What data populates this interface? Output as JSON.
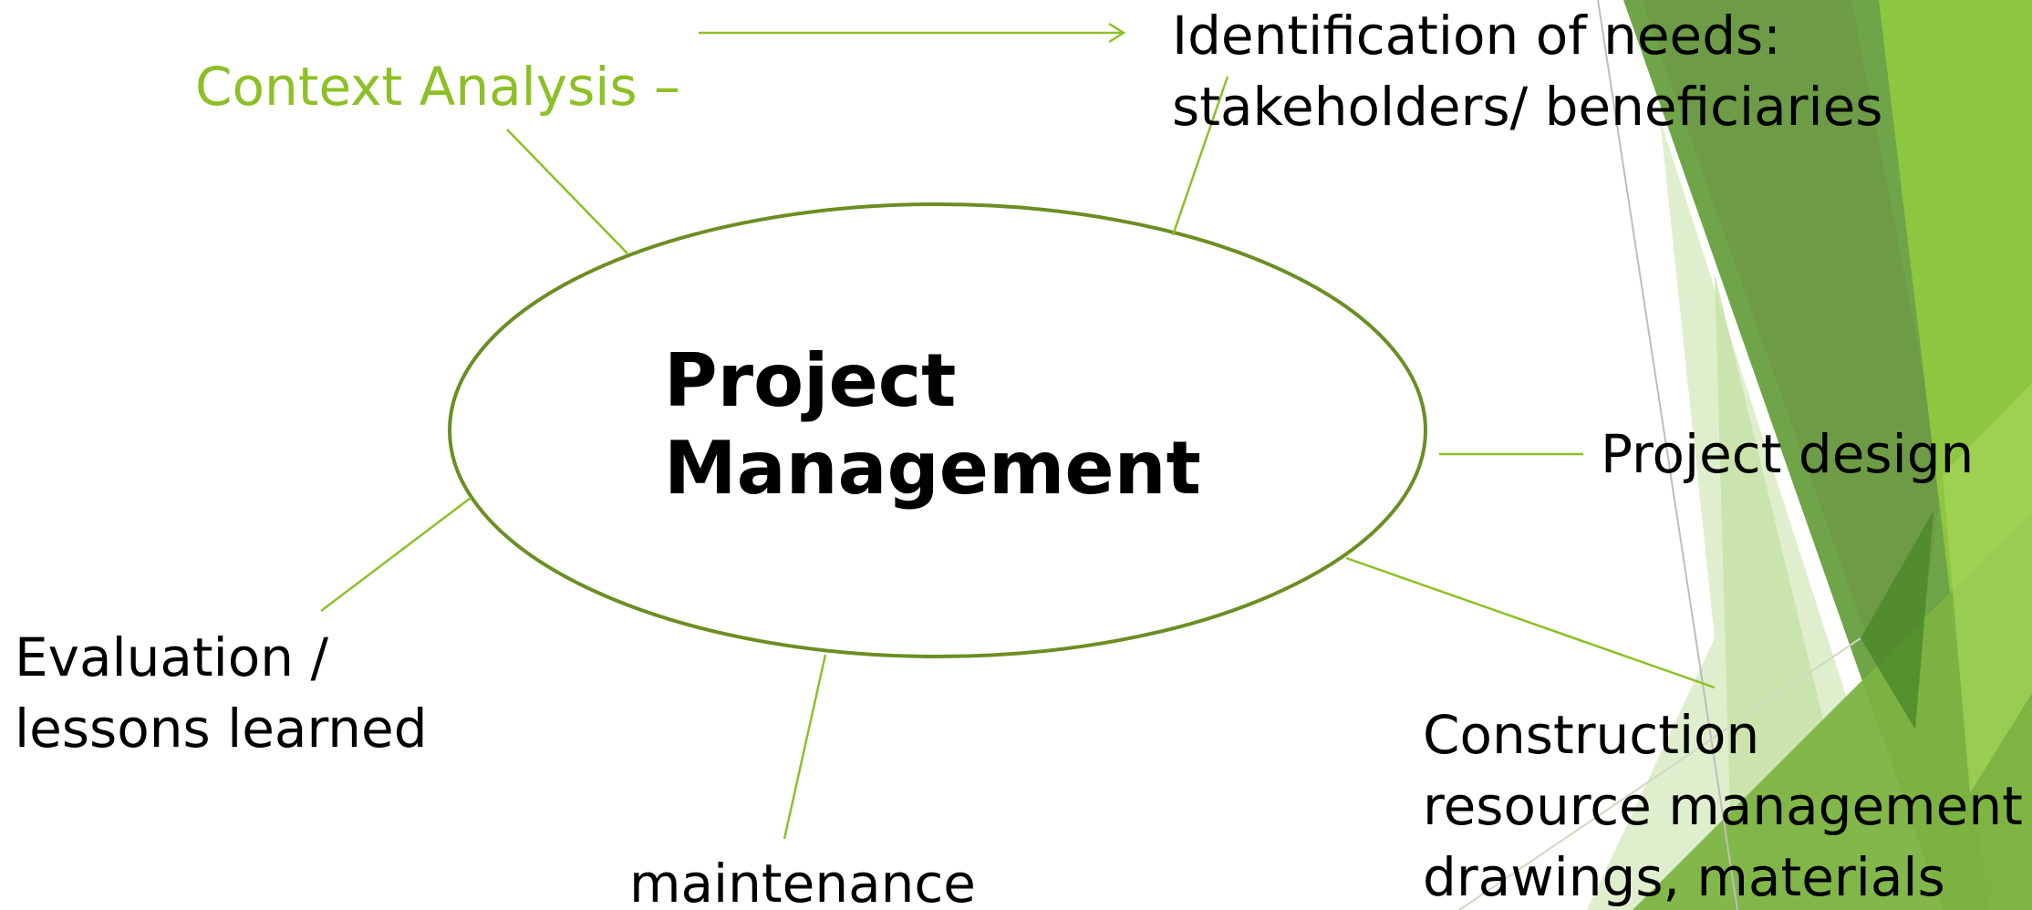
{
  "center": {
    "title_line1": "Project",
    "title_line2": "Management"
  },
  "nodes": {
    "context_analysis": "Context Analysis –",
    "needs_line1": "Identification of needs:",
    "needs_line2": "stakeholders/ beneficiaries",
    "project_design": "Project design",
    "construction_line1": "Construction",
    "construction_line2": "resource management",
    "construction_line3": "drawings, materials",
    "maintenance": "maintenance",
    "evaluation_line1": "Evaluation /",
    "evaluation_line2": "lessons learned"
  },
  "colors": {
    "ellipse_stroke": "#6b8e23",
    "connector": "#8dc026",
    "accent_text": "#8dc026",
    "deco_dark": "#4f8a2a",
    "deco_mid": "#7cb342",
    "deco_light": "#dcedc8"
  }
}
